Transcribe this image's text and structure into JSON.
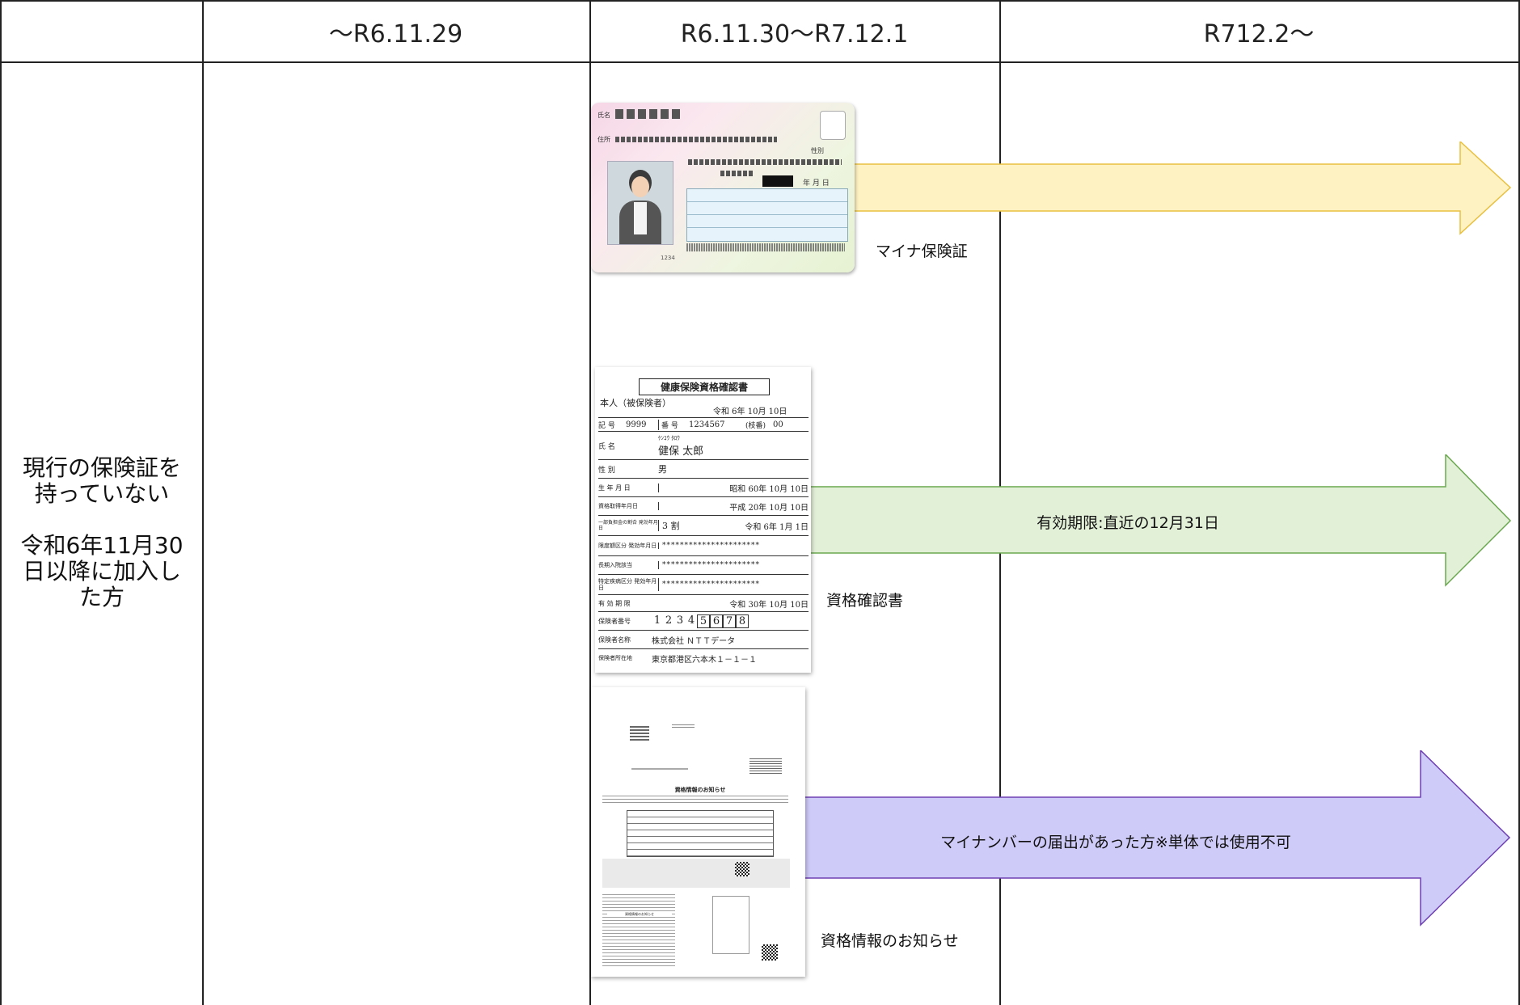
{
  "header": {
    "col0": "",
    "col1": "～R6.11.29",
    "col2": "R6.11.30～R7.12.1",
    "col3": "R712.2～"
  },
  "row_label": {
    "line1": "現行の保険証を",
    "line2": "持っていない",
    "line3": "令和6年11月30",
    "line4": "日以降に加入し",
    "line5": "た方"
  },
  "items": [
    {
      "caption": "マイナ保険証",
      "arrow_label": "",
      "color": "#fff2c2"
    },
    {
      "caption": "資格確認書",
      "arrow_label": "有効期限:直近の12月31日",
      "color": "#e3f0d8"
    },
    {
      "caption": "資格情報のお知らせ",
      "arrow_label": "マイナンバーの届出があった方※単体では使用不可",
      "color": "#cfcbf9"
    }
  ],
  "card": {
    "name_label": "氏名",
    "address_label": "住所",
    "sex_label": "性別",
    "date_label": "年 月 日",
    "number": "1234"
  },
  "certificate": {
    "title": "健康保険資格確認書",
    "person": "本人（被保険者）",
    "issue_date": "令和 6年 10月 10日",
    "rows": [
      {
        "label": "記 号",
        "value": "9999",
        "label2": "番 号",
        "value2": "1234567",
        "label3": "(枝番)",
        "value3": "00"
      },
      {
        "label": "氏 名",
        "kana": "ｹﾝｺｳ ﾀﾛｳ",
        "value": "健保 太郎"
      },
      {
        "label": "性 別",
        "value": "男"
      },
      {
        "label": "生 年 月 日",
        "value": "昭和 60年 10月 10日"
      },
      {
        "label": "資格取得年月日",
        "value": "平成 20年 10月 10日"
      },
      {
        "label": "一部負担金の割合 発効年月日",
        "value": "3 割",
        "value2": "令和 6年 1月 1日"
      },
      {
        "label": "限度額区分 発効年月日",
        "value": "**********************"
      },
      {
        "label": "長期入院該当",
        "value": "**********************"
      },
      {
        "label": "特定疾病区分 発効年月日",
        "value": "**********************"
      },
      {
        "label": "有 効 期 限",
        "value": "令和 30年 10月 10日"
      },
      {
        "label": "保険者番号",
        "digits": [
          "1",
          "2",
          "3",
          "4",
          "5",
          "6",
          "7",
          "8"
        ]
      },
      {
        "label": "保険者名称",
        "value": "株式会社 ＮＴＴデータ"
      },
      {
        "label": "保険者所在地",
        "value": "東京都港区六本木１－１－１"
      }
    ]
  },
  "notice": {
    "title": "資格情報のお知らせ",
    "sub_title": "資格情報のお知らせ"
  }
}
